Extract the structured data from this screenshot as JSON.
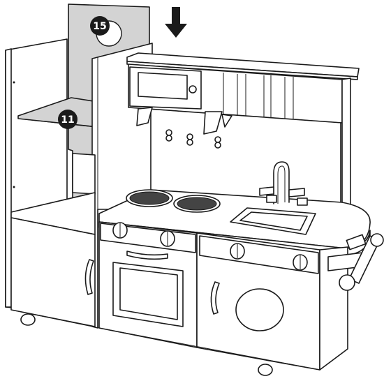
{
  "figure": {
    "callouts": [
      {
        "label": "15",
        "part": "upper-panel"
      },
      {
        "label": "11",
        "part": "shelf"
      }
    ],
    "arrow_direction": "down",
    "subject": "toy-kitchen-assembly",
    "colors": {
      "line": "#1a1a1a",
      "highlight": "#d3d3d3",
      "background": "#ffffff"
    }
  }
}
